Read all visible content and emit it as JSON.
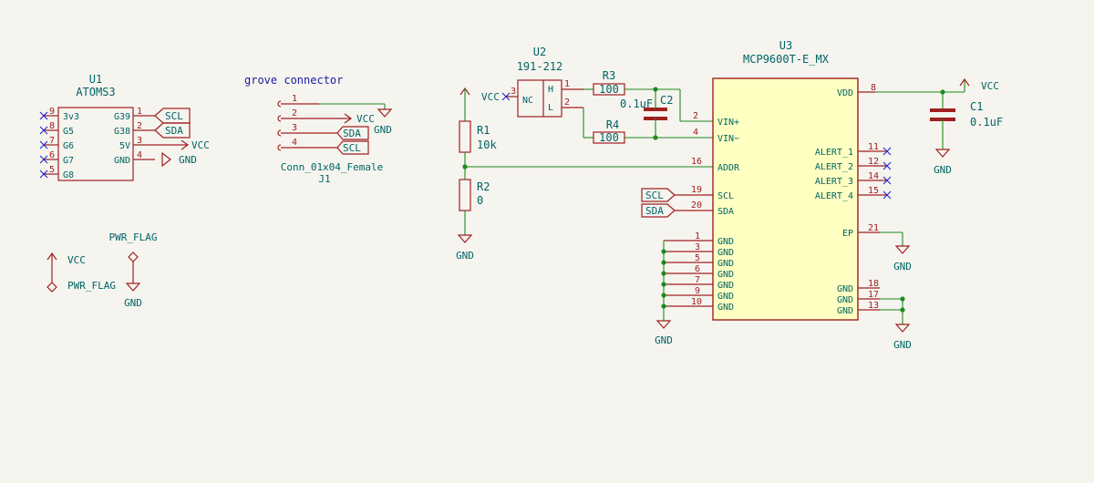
{
  "u1": {
    "ref": "U1",
    "value": "ATOMS3",
    "left_pins": [
      {
        "num": "9",
        "name": "3v3"
      },
      {
        "num": "8",
        "name": "G5"
      },
      {
        "num": "7",
        "name": "G6"
      },
      {
        "num": "6",
        "name": "G7"
      },
      {
        "num": "5",
        "name": "G8"
      }
    ],
    "right_pins": [
      {
        "num": "1",
        "name": "G39"
      },
      {
        "num": "2",
        "name": "G38"
      },
      {
        "num": "3",
        "name": "5V"
      },
      {
        "num": "4",
        "name": "GND"
      }
    ],
    "net_scl": "SCL",
    "net_sda": "SDA",
    "net_vcc": "VCC",
    "net_gnd": "GND"
  },
  "j1": {
    "title": "grove connector",
    "pins": [
      "1",
      "2",
      "3",
      "4"
    ],
    "net_vcc": "VCC",
    "net_gnd": "GND",
    "net_sda": "SDA",
    "net_scl": "SCL",
    "value": "Conn_01x04_Female",
    "ref": "J1"
  },
  "pwr": {
    "flag_title": "PWR_FLAG",
    "vcc": "VCC",
    "flag_label": "PWR_FLAG",
    "gnd": "GND"
  },
  "u2": {
    "ref": "U2",
    "value": "191-212",
    "vcc": "VCC",
    "pin3": "3",
    "nc": "NC",
    "h": "H",
    "l": "L",
    "pin1": "1",
    "pin2": "2"
  },
  "r3": {
    "ref": "R3",
    "value": "100"
  },
  "r4": {
    "ref": "R4",
    "value": "100"
  },
  "c2": {
    "ref": "C2",
    "value": "0.1uF"
  },
  "r1": {
    "ref": "R1",
    "value": "10k"
  },
  "r2": {
    "ref": "R2",
    "value": "0"
  },
  "r_gnd": "GND",
  "u3": {
    "ref": "U3",
    "value": "MCP9600T-E_MX",
    "left_pins": [
      {
        "num": "2",
        "name": "VIN+"
      },
      {
        "num": "4",
        "name": "VIN−"
      },
      {
        "num": "16",
        "name": "ADDR"
      },
      {
        "num": "19",
        "name": "SCL"
      },
      {
        "num": "20",
        "name": "SDA"
      }
    ],
    "gnd_left": [
      {
        "num": "1",
        "name": "GND"
      },
      {
        "num": "3",
        "name": "GND"
      },
      {
        "num": "5",
        "name": "GND"
      },
      {
        "num": "6",
        "name": "GND"
      },
      {
        "num": "7",
        "name": "GND"
      },
      {
        "num": "9",
        "name": "GND"
      },
      {
        "num": "10",
        "name": "GND"
      }
    ],
    "right_pins": [
      {
        "num": "8",
        "name": "VDD"
      },
      {
        "num": "11",
        "name": "ALERT_1"
      },
      {
        "num": "12",
        "name": "ALERT_2"
      },
      {
        "num": "14",
        "name": "ALERT_3"
      },
      {
        "num": "15",
        "name": "ALERT_4"
      },
      {
        "num": "21",
        "name": "EP"
      },
      {
        "num": "18",
        "name": "GND"
      },
      {
        "num": "17",
        "name": "GND"
      },
      {
        "num": "13",
        "name": "GND"
      }
    ],
    "net_scl": "SCL",
    "net_sda": "SDA",
    "gnd_left_label": "GND",
    "gnd_ep_label": "GND",
    "gnd_right_label": "GND"
  },
  "c1": {
    "ref": "C1",
    "value": "0.1uF",
    "vcc": "VCC",
    "gnd": "GND"
  }
}
